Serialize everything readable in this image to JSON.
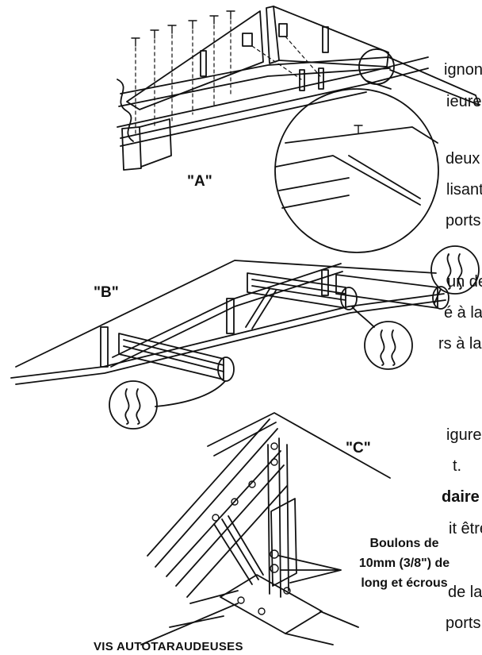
{
  "fragments": {
    "f1": "ignon",
    "f2": "ieure",
    "f3": "deux",
    "f4": "lisant",
    "f5": "ports",
    "f6": ".",
    "f7": "un de",
    "f8": "é à la",
    "f9": "rs à la",
    "f10": "igure",
    "f11": "t.",
    "f12": "daire",
    "f13": "it être",
    "f14": "de la",
    "f15": "ports"
  },
  "figures": {
    "a_label": "\"A\"",
    "b_label": "\"B\"",
    "c_label": "\"C\""
  },
  "callouts": {
    "boulons_line1": "Boulons de",
    "boulons_line2": "10mm (3/8\") de",
    "boulons_line3": "long et écrous",
    "vis": "VIS AUTOTARAUDEUSES"
  }
}
